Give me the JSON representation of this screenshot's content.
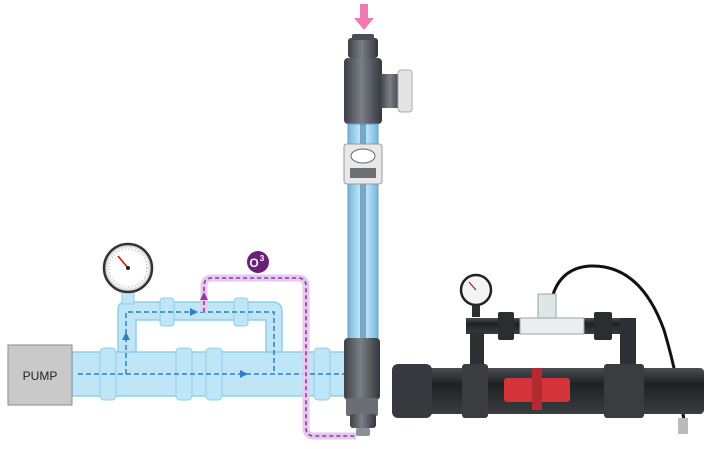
{
  "pump": {
    "label": "PUMP"
  },
  "ozone": {
    "label": "O",
    "superscript": "3"
  },
  "colors": {
    "water_pipe": "#bfe6f7",
    "water_pipe_edge": "#8fcfe8",
    "flow_line": "#2f7fc6",
    "ozone_line": "#8e3a9e",
    "ozone_badge": "#6a1f7a",
    "arrow_inlet": "#f07ab4",
    "pump_box": "#c9c9c9",
    "lamp_body": "#5a5d63",
    "lamp_glass": "#9fd3f2",
    "photo_pipe": "#2d2f33",
    "photo_valve": "#d2343a"
  }
}
